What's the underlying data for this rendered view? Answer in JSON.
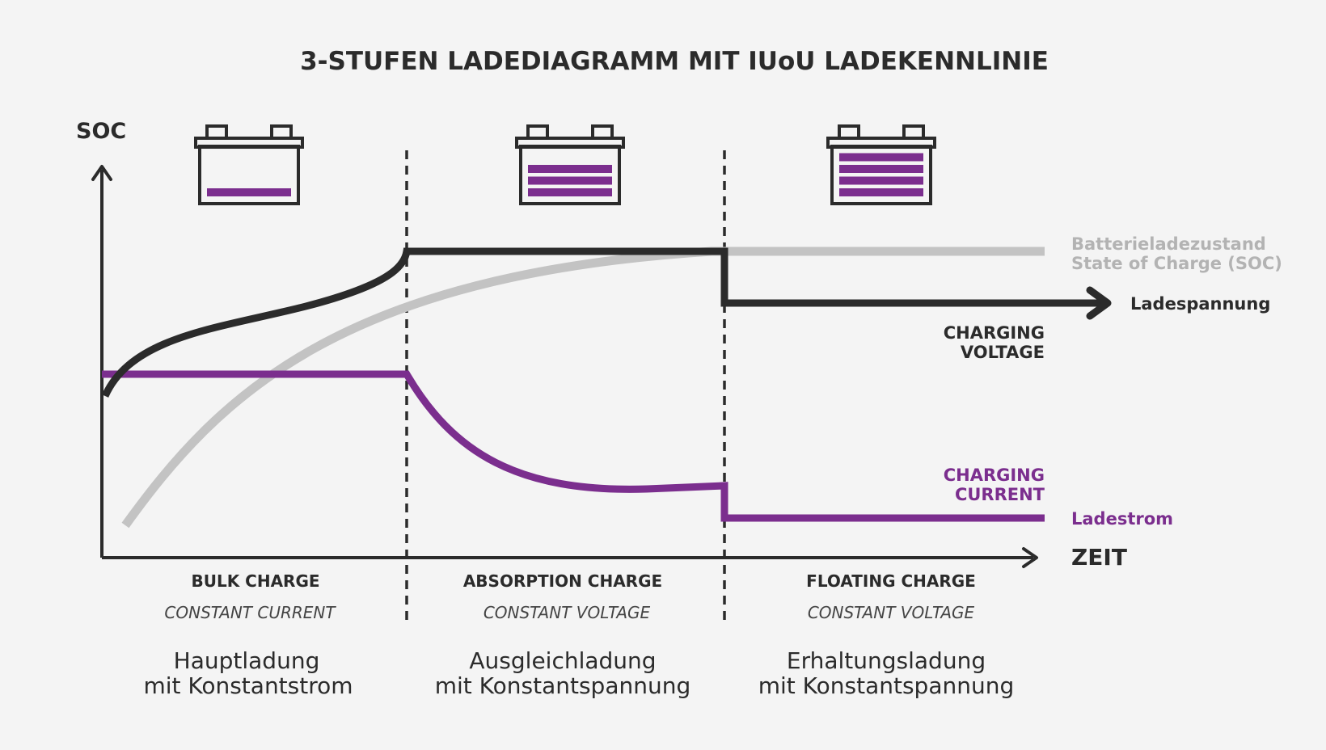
{
  "title": "3-STUFEN LADEDIAGRAMM MIT IUoU LADEKENNLINIE",
  "axes": {
    "y_label": "SOC",
    "x_label": "ZEIT"
  },
  "colors": {
    "background": "#f4f4f4",
    "dark": "#2b2b2b",
    "purple": "#7b2e8e",
    "soc_gray": "#c3c3c3",
    "soc_label_gray": "#b3b3b3",
    "subtitle_gray": "#444444"
  },
  "batteries": [
    {
      "name": "battery-low-icon",
      "level_bars": 1,
      "max_bars": 4
    },
    {
      "name": "battery-medium-icon",
      "level_bars": 3,
      "max_bars": 4
    },
    {
      "name": "battery-full-icon",
      "level_bars": 4,
      "max_bars": 4
    }
  ],
  "curves": {
    "voltage": {
      "label_en_line1": "CHARGING",
      "label_en_line2": "VOLTAGE",
      "label_de": "Ladespannung"
    },
    "current": {
      "label_en_line1": "CHARGING",
      "label_en_line2": "CURRENT",
      "label_de": "Ladestrom"
    },
    "soc": {
      "label_line1": "Batterieladezustand",
      "label_line2": "State of Charge (SOC)"
    }
  },
  "phases": [
    {
      "name_en": "BULK CHARGE",
      "mode_en": "CONSTANT CURRENT",
      "name_de_line1": "Hauptladung",
      "name_de_line2": "mit Konstantstrom"
    },
    {
      "name_en": "ABSORPTION CHARGE",
      "mode_en": "CONSTANT VOLTAGE",
      "name_de_line1": "Ausgleichladung",
      "name_de_line2": "mit Konstantspannung"
    },
    {
      "name_en": "FLOATING CHARGE",
      "mode_en": "CONSTANT VOLTAGE",
      "name_de_line1": "Erhaltungsladung",
      "name_de_line2": "mit Konstantspannung"
    }
  ]
}
